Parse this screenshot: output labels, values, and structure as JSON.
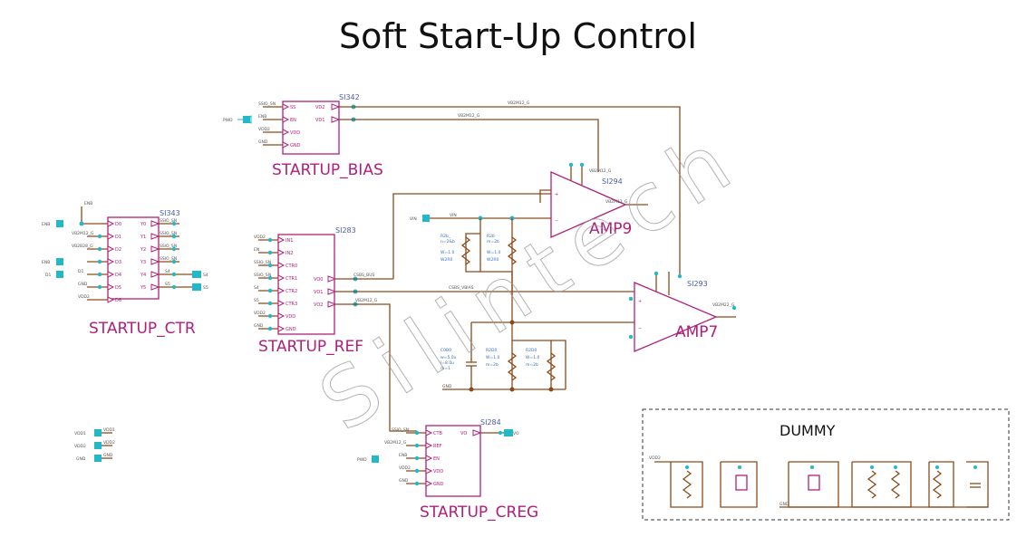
{
  "title": "Soft Start-Up Control",
  "watermark": "Silintech",
  "blocks": {
    "startup_bias": {
      "name": "STARTUP_BIAS",
      "instance": "SI342",
      "left_pins": [
        "SS",
        "EN",
        "VDD",
        "GND"
      ],
      "right_pins": [
        "VD2",
        "VD1"
      ]
    },
    "startup_ctr": {
      "name": "STARTUP_CTR",
      "instance": "SI343",
      "left_pins": [
        "D0",
        "D1",
        "D2",
        "D3",
        "D4",
        "D5",
        "D6"
      ],
      "right_pins": [
        "Y0",
        "Y1",
        "Y2",
        "Y3",
        "Y4",
        "Y5"
      ]
    },
    "startup_ref": {
      "name": "STARTUP_REF",
      "instance": "SI283",
      "left_pins": [
        "IN1",
        "IN2",
        "CTR0",
        "CTR1",
        "CTR2",
        "CTR3",
        "VDD",
        "GND"
      ],
      "right_pins": [
        "VO0",
        "VO1",
        "VO2"
      ]
    },
    "startup_creg": {
      "name": "STARTUP_CREG",
      "instance": "SI284",
      "left_pins": [
        "CTB",
        "REF",
        "EN",
        "VDD",
        "GND"
      ],
      "right_pins": [
        "VO"
      ]
    }
  },
  "amps": {
    "amp9": {
      "name": "AMP9",
      "instance": "SI294"
    },
    "amp7": {
      "name": "AMP7",
      "instance": "SI293"
    }
  },
  "dummy": {
    "title": "DUMMY"
  },
  "net_labels": {
    "vbias_g_top": "VB2M12_G",
    "vbias_g_mid": "VB2M12_G",
    "vbias_amp9": "VB2M12_G",
    "vout_amp9": "VB2M13_G",
    "vin_label": "VIN",
    "vout_amp7": "VB2M22_G",
    "csbs": "CSBS_BUS",
    "csbs2": "CSBS_VBIAS",
    "gnd": "GND"
  }
}
